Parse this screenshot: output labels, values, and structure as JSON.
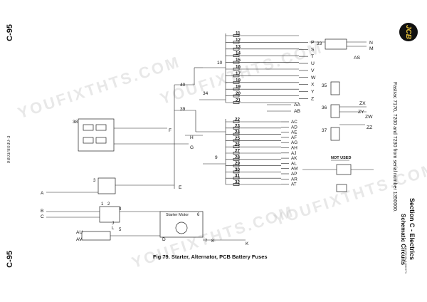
{
  "page": {
    "section_code": "C-95",
    "doc_number": "9803/8030-3",
    "section_title": "Section C - Electrics",
    "section_subtitle": "Schematic Circuits",
    "applies_to": "Fastrac 7170, 7200 and 7230 from serial number 1350000.",
    "figure_caption": "Fig 79. Starter, Alternator, PCB Battery Fuses",
    "ref_code": "330-R0121-3-8/40271",
    "logo_text": "JCB",
    "watermark": "YOUFIXTHTS.COM"
  },
  "diagram": {
    "left_stack": [
      "11",
      "12",
      "13",
      "14",
      "15",
      "16",
      "17",
      "18",
      "19",
      "20",
      "21"
    ],
    "right_stack": [
      "P",
      "S",
      "T",
      "U",
      "V",
      "W",
      "X",
      "Y",
      "Z"
    ],
    "mid_stack": [
      "22",
      "23",
      "24",
      "25",
      "26",
      "27",
      "28",
      "29",
      "30",
      "31",
      "32"
    ],
    "mid_letters": [
      "AC",
      "AD",
      "AE",
      "AF",
      "AG",
      "AH",
      "AJ",
      "AK",
      "AL",
      "AM",
      "AP",
      "AR",
      "AT"
    ],
    "aa_ab": [
      "AA",
      "AB"
    ],
    "right_refs": [
      "N",
      "M",
      "AS",
      "ZX",
      "ZY",
      "ZW",
      "ZZ"
    ],
    "connectors": [
      "33",
      "35",
      "36",
      "37",
      "38",
      "39",
      "40",
      "34",
      "10",
      "9"
    ],
    "letters_left": [
      "A",
      "B",
      "C",
      "D",
      "E",
      "F",
      "G",
      "H",
      "J",
      "K",
      "L"
    ],
    "au_av": [
      "AU",
      "AV"
    ],
    "numbers_small": [
      "1",
      "2",
      "3",
      "4",
      "5",
      "6",
      "7",
      "8"
    ],
    "starter_label": "Starter Motor",
    "not_used": "NOT USED"
  }
}
